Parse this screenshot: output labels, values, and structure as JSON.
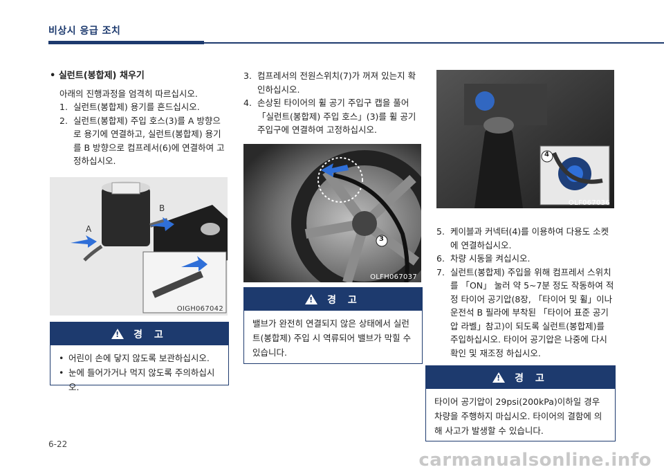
{
  "header": {
    "title": "비상시 응급 조치"
  },
  "left_column": {
    "heading": "실런트(봉합제) 채우기",
    "intro": "아래의 진행과정을 엄격히 따르십시오.",
    "steps": [
      {
        "num": "1.",
        "text": "실런트(봉합제) 용기를 흔드십시오."
      },
      {
        "num": "2.",
        "text": "실런트(봉합제) 주입 호스(3)를 A 방향으로 용기에 연결하고, 실런트(봉합제) 용기를 B 방향으로 컴프레서(6)에 연결하여 고정하십시오."
      }
    ],
    "figure": {
      "code": "OIGH067042",
      "label_a": "A",
      "label_b": "B",
      "name": "sealant-compressor-illustration"
    },
    "warning": {
      "title": "경 고",
      "items": [
        "어린이 손에 닿지 않도록 보관하십시오.",
        "눈에 들어가거나 먹지 않도록 주의하십시오."
      ]
    }
  },
  "middle_column": {
    "steps": [
      {
        "num": "3.",
        "text": "컴프레서의 전원스위치(7)가 꺼져 있는지 확인하십시오."
      },
      {
        "num": "4.",
        "text": "손상된 타이어의 휠 공기 주입구 캡을 풀어 「실런트(봉합제) 주입 호스」(3)를 휠 공기 주입구에 연결하여 고정하십시오."
      }
    ],
    "figure": {
      "code": "OLFH067037",
      "marker": "3"
    },
    "warning": {
      "title": "경 고",
      "text": "밸브가 완전히 연결되지 않은 상태에서 실런트(봉합제) 주입 시 역류되어 밸브가 막힐 수 있습니다."
    }
  },
  "right_column": {
    "figure": {
      "code": "OLF067036",
      "marker": "4"
    },
    "steps": [
      {
        "num": "5.",
        "text": "케이블과 커넥터(4)를 이용하여 다용도 소켓에 연결하십시오."
      },
      {
        "num": "6.",
        "text": "차량 시동을 켜십시오."
      },
      {
        "num": "7.",
        "text": "실런트(봉합제) 주입을 위해 컴프레서 스위치를 「ON」 눌러 약 5~7분 정도 작동하여 적정 타이어 공기압(8장, 「타이어 및 휠」이나 운전석 B 필라에 부착된 「타이어 표준 공기압 라벨」참고)이 되도록 실런트(봉합제)를 주입하십시오. 타이어 공기압은 나중에 다시 확인 및 재조정 하십시오."
      }
    ],
    "warning": {
      "title": "경 고",
      "text": "타이어 공기압이 29psi(200kPa)이하일 경우 차량을 주행하지 마십시오. 타이어의 결함에 의해 사고가 발생할 수 있습니다."
    }
  },
  "footer": {
    "page_number": "6-22",
    "watermark": "carmanualsonline.info"
  },
  "colors": {
    "accent": "#1d3a6e"
  }
}
